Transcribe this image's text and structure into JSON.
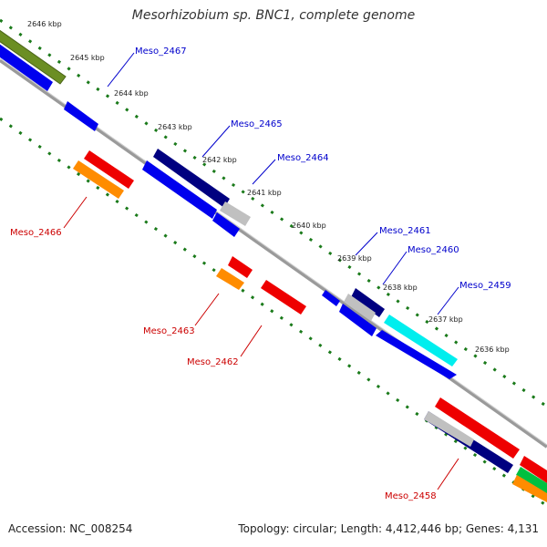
{
  "title": "Mesorhizobium sp. BNC1, complete genome",
  "footer": {
    "accession": "Accession: NC_008254",
    "topology": "Topology: circular; Length: 4,412,446 bp; Genes: 4,131"
  },
  "kbp_ticks": [
    "2646 kbp",
    "2645 kbp",
    "2644 kbp",
    "2643 kbp",
    "2642 kbp",
    "2641 kbp",
    "2640 kbp",
    "2639 kbp",
    "2638 kbp",
    "2637 kbp",
    "2636 kbp"
  ],
  "gene_labels": [
    "Meso_2467",
    "Meso_2465",
    "Meso_2464",
    "Meso_2461",
    "Meso_2460",
    "Meso_2459",
    "Meso_2466",
    "Meso_2463",
    "Meso_2462",
    "Meso_2458"
  ],
  "colors": {
    "blue": "#0000ee",
    "navy": "#000080",
    "red": "#ee0000",
    "orange": "#ff8c00",
    "cyan": "#00eeee",
    "olive": "#6b8e23",
    "silver": "#c0c0c0",
    "green": "#00c040",
    "dots": "#1a7a1a",
    "backbone": "#888888",
    "label_blue": "#0000cc",
    "label_red": "#cc0000"
  }
}
